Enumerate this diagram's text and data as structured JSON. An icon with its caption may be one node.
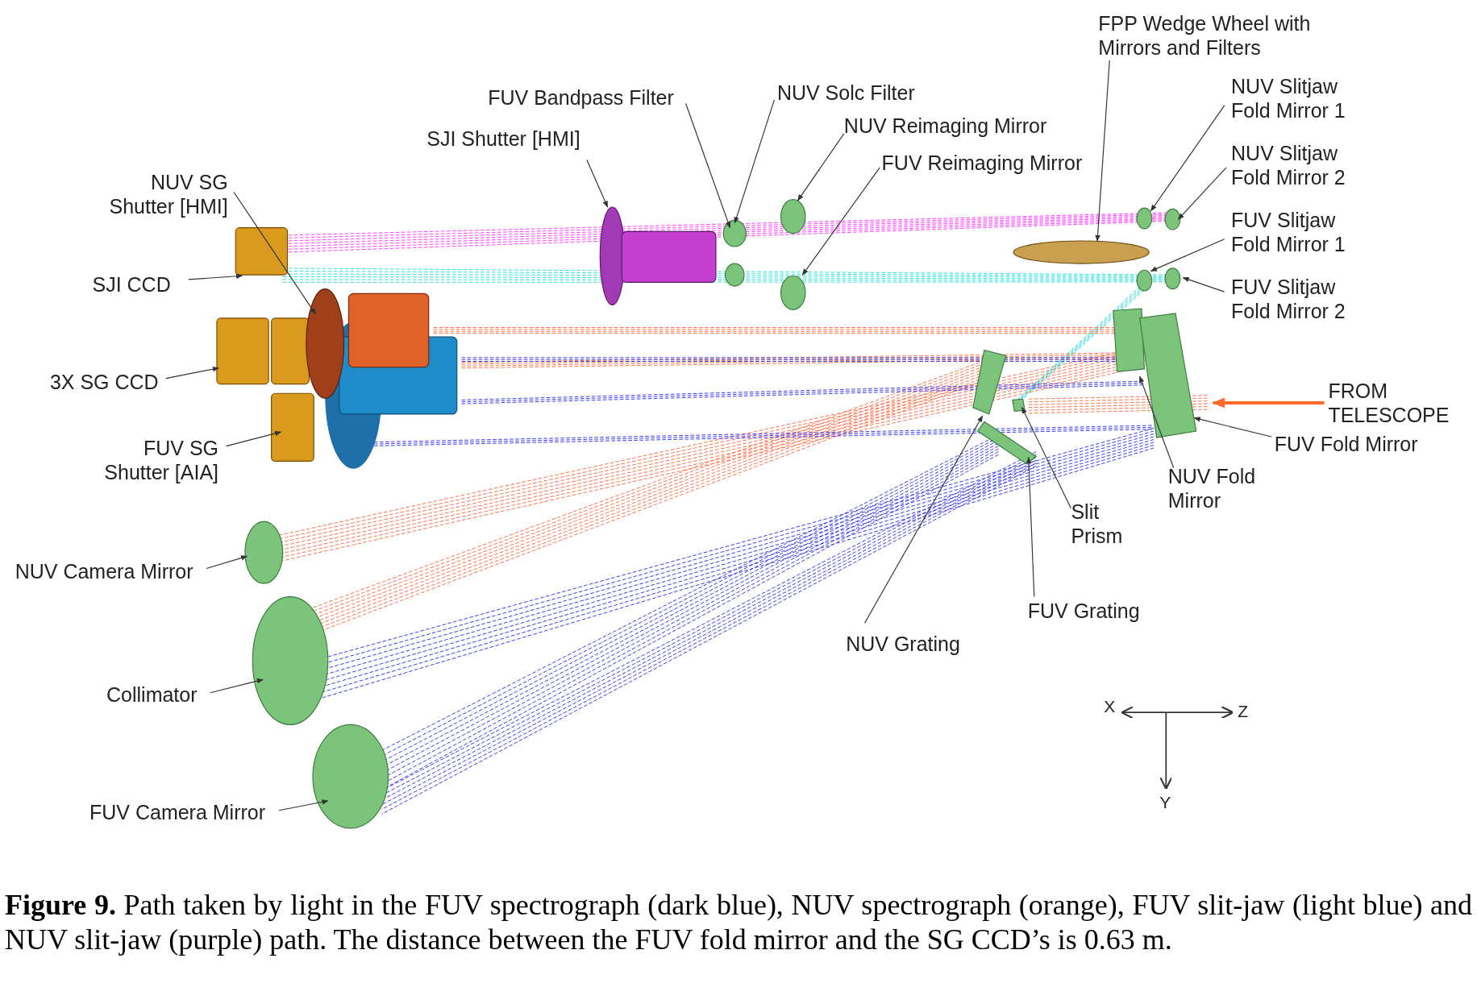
{
  "diagram": {
    "nodes": [
      {
        "text": [
          "FPP Wedge Wheel with Mirrors and Filters"
        ]
      },
      {
        "text": [
          "FUV Bandpass Filter"
        ]
      },
      {
        "text": [
          "NUV Solc Filter"
        ]
      },
      {
        "text": [
          "NUV Reimaging Mirror"
        ]
      },
      {
        "text": [
          "FUV Reimaging Mirror"
        ]
      },
      {
        "text": [
          "SJI Shutter [HMI]"
        ]
      },
      {
        "text": [
          "NUV SG Shutter [HMI]"
        ]
      },
      {
        "text": [
          "SJI CCD"
        ]
      },
      {
        "text": [
          "3X SG CCD"
        ]
      },
      {
        "text": [
          "FUV SG Shutter [AIA]"
        ]
      },
      {
        "text": [
          "NUV Camera Mirror"
        ]
      },
      {
        "text": [
          "Collimator"
        ]
      },
      {
        "text": [
          "FUV Camera Mirror"
        ]
      },
      {
        "text": [
          "NUV Slitjaw Fold Mirror 1"
        ]
      },
      {
        "text": [
          "NUV Slitjaw Fold Mirror 2"
        ]
      },
      {
        "text": [
          "FUV Slitjaw Fold Mirror 1"
        ]
      },
      {
        "text": [
          "FUV Slitjaw Fold Mirror 2"
        ]
      },
      {
        "text": [
          "FROM TELESCOPE"
        ]
      },
      {
        "text": [
          "FUV Fold Mirror"
        ]
      },
      {
        "text": [
          "NUV Fold Mirror"
        ]
      },
      {
        "text": [
          "Slit Prism"
        ]
      },
      {
        "text": [
          "FUV Grating"
        ]
      },
      {
        "text": [
          "NUV Grating"
        ]
      }
    ],
    "edges": [
      {
        "from": 0,
        "to": null,
        "arrow": "to"
      },
      {
        "from": 1,
        "to": null,
        "arrow": "to"
      },
      {
        "from": 2,
        "to": null,
        "arrow": "to"
      },
      {
        "from": 3,
        "to": null,
        "arrow": "to"
      },
      {
        "from": 4,
        "to": null,
        "arrow": "to"
      },
      {
        "from": 5,
        "to": null,
        "arrow": "to"
      },
      {
        "from": 6,
        "to": null,
        "arrow": "to"
      },
      {
        "from": 7,
        "to": null,
        "arrow": "to"
      },
      {
        "from": 8,
        "to": null,
        "arrow": "to"
      },
      {
        "from": 9,
        "to": null,
        "arrow": "to"
      },
      {
        "from": 10,
        "to": null,
        "arrow": "to"
      },
      {
        "from": 11,
        "to": null,
        "arrow": "to"
      },
      {
        "from": 12,
        "to": null,
        "arrow": "to"
      },
      {
        "from": 13,
        "to": null,
        "arrow": "to"
      },
      {
        "from": 14,
        "to": null,
        "arrow": "to"
      },
      {
        "from": 15,
        "to": null,
        "arrow": "to"
      },
      {
        "from": 16,
        "to": null,
        "arrow": "to"
      },
      {
        "from": 17,
        "to": null,
        "arrow": "to",
        "style": "thick",
        "color": "#ff6a2a"
      },
      {
        "from": 18,
        "to": null,
        "arrow": "to"
      },
      {
        "from": 19,
        "to": null,
        "arrow": "to"
      },
      {
        "from": 20,
        "to": null,
        "arrow": "to"
      },
      {
        "from": 21,
        "to": null,
        "arrow": "to"
      },
      {
        "from": 22,
        "to": null,
        "arrow": "to"
      }
    ],
    "labels": [
      "X",
      "Z",
      "Y"
    ],
    "caption": "**Figure 9.** Path taken by light in the FUV spectrograph (dark blue), NUV spectrograph (orange), FUV slit-jaw (light blue) and NUV slit-jaw (purple) path. The distance between the FUV fold mirror and the SG CCD’s is 0.63 m."
  }
}
